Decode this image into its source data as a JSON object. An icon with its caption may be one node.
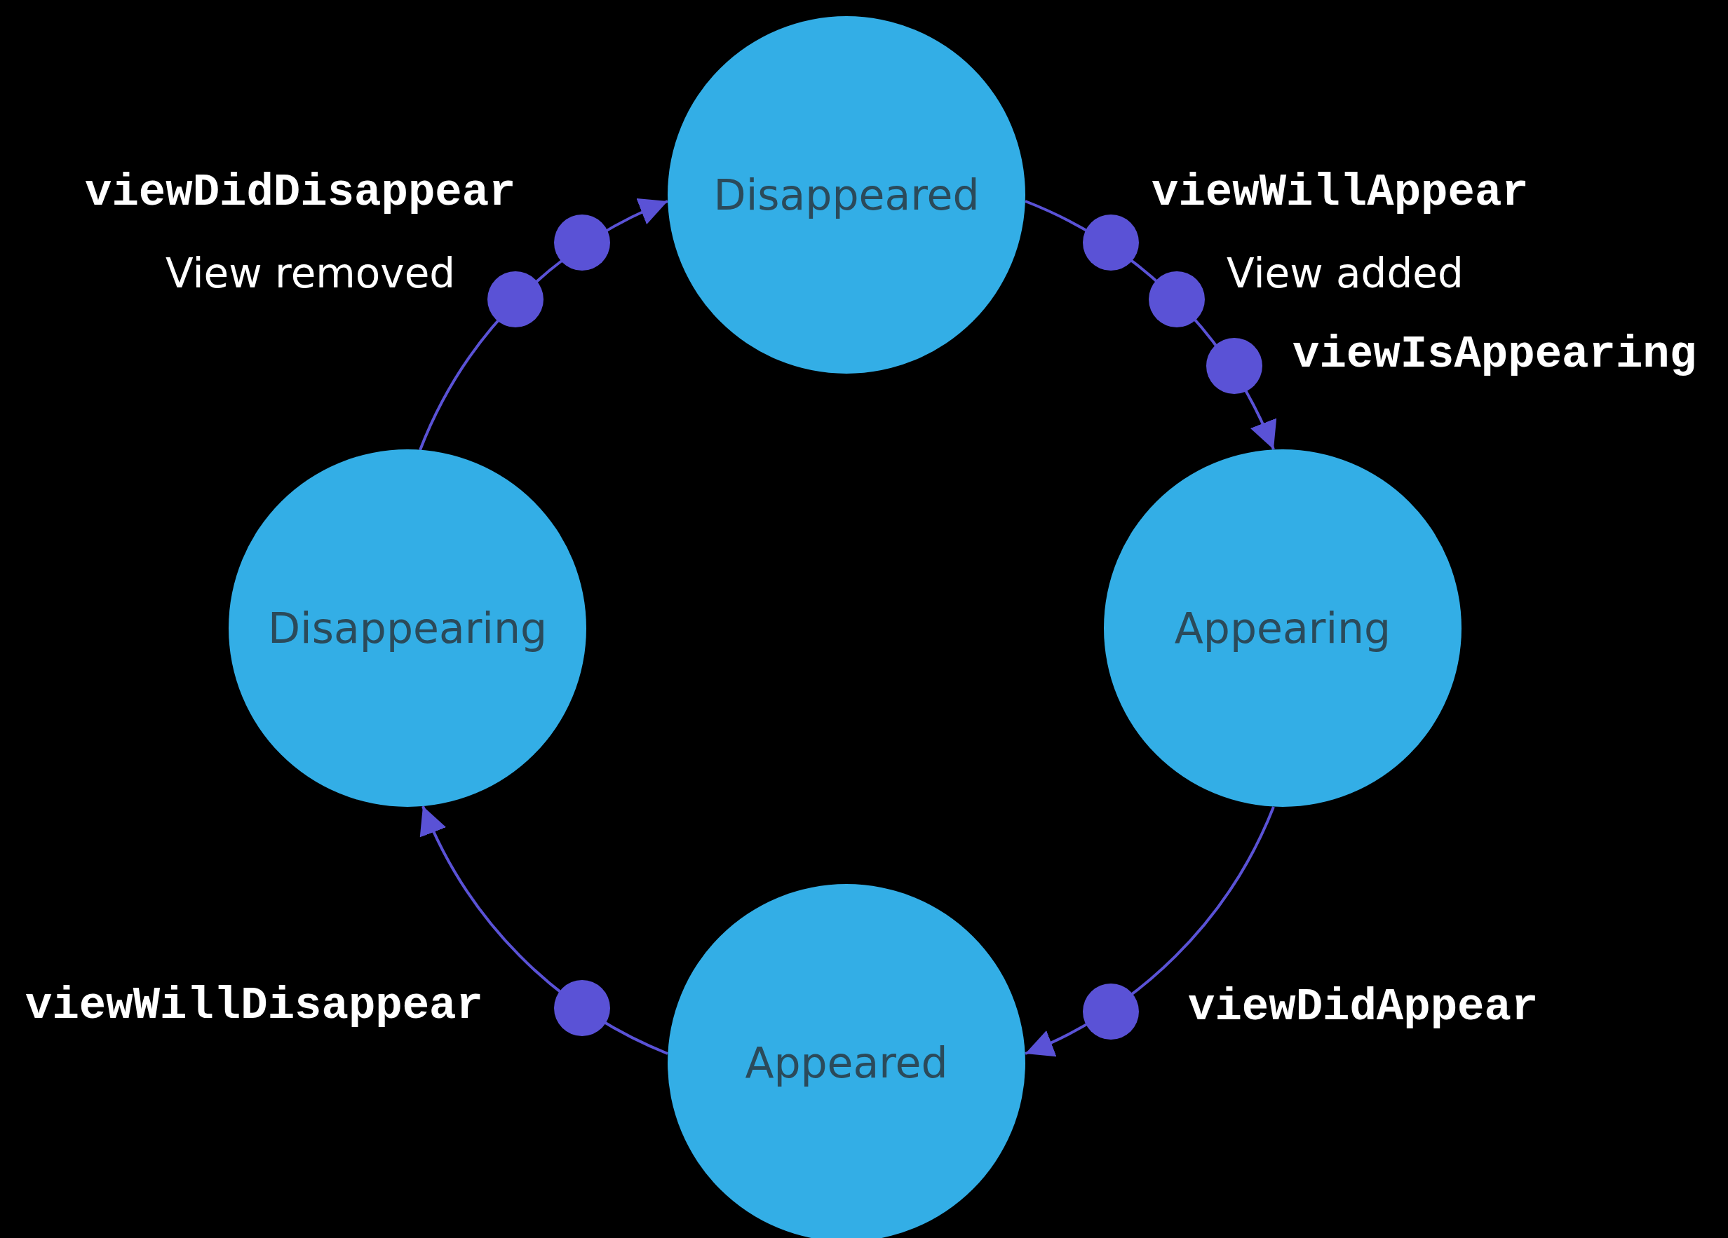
{
  "diagram": {
    "nodes": [
      {
        "text": [
          "Disappeared"
        ]
      },
      {
        "text": [
          "Appearing"
        ]
      },
      {
        "text": [
          "Appeared"
        ]
      },
      {
        "text": [
          "Disappearing"
        ]
      }
    ],
    "edges": [
      {
        "from": 0,
        "to": 1,
        "arrow": "to"
      },
      {
        "from": 1,
        "to": 2,
        "arrow": "to"
      },
      {
        "from": 2,
        "to": 3,
        "arrow": "to"
      },
      {
        "from": 3,
        "to": 0,
        "arrow": "to"
      }
    ],
    "labels": [
      "viewDidDisappear",
      "viewWillAppear",
      "View removed",
      "View added",
      "viewIsAppearing",
      "viewWillDisappear",
      "viewDidAppear"
    ]
  }
}
